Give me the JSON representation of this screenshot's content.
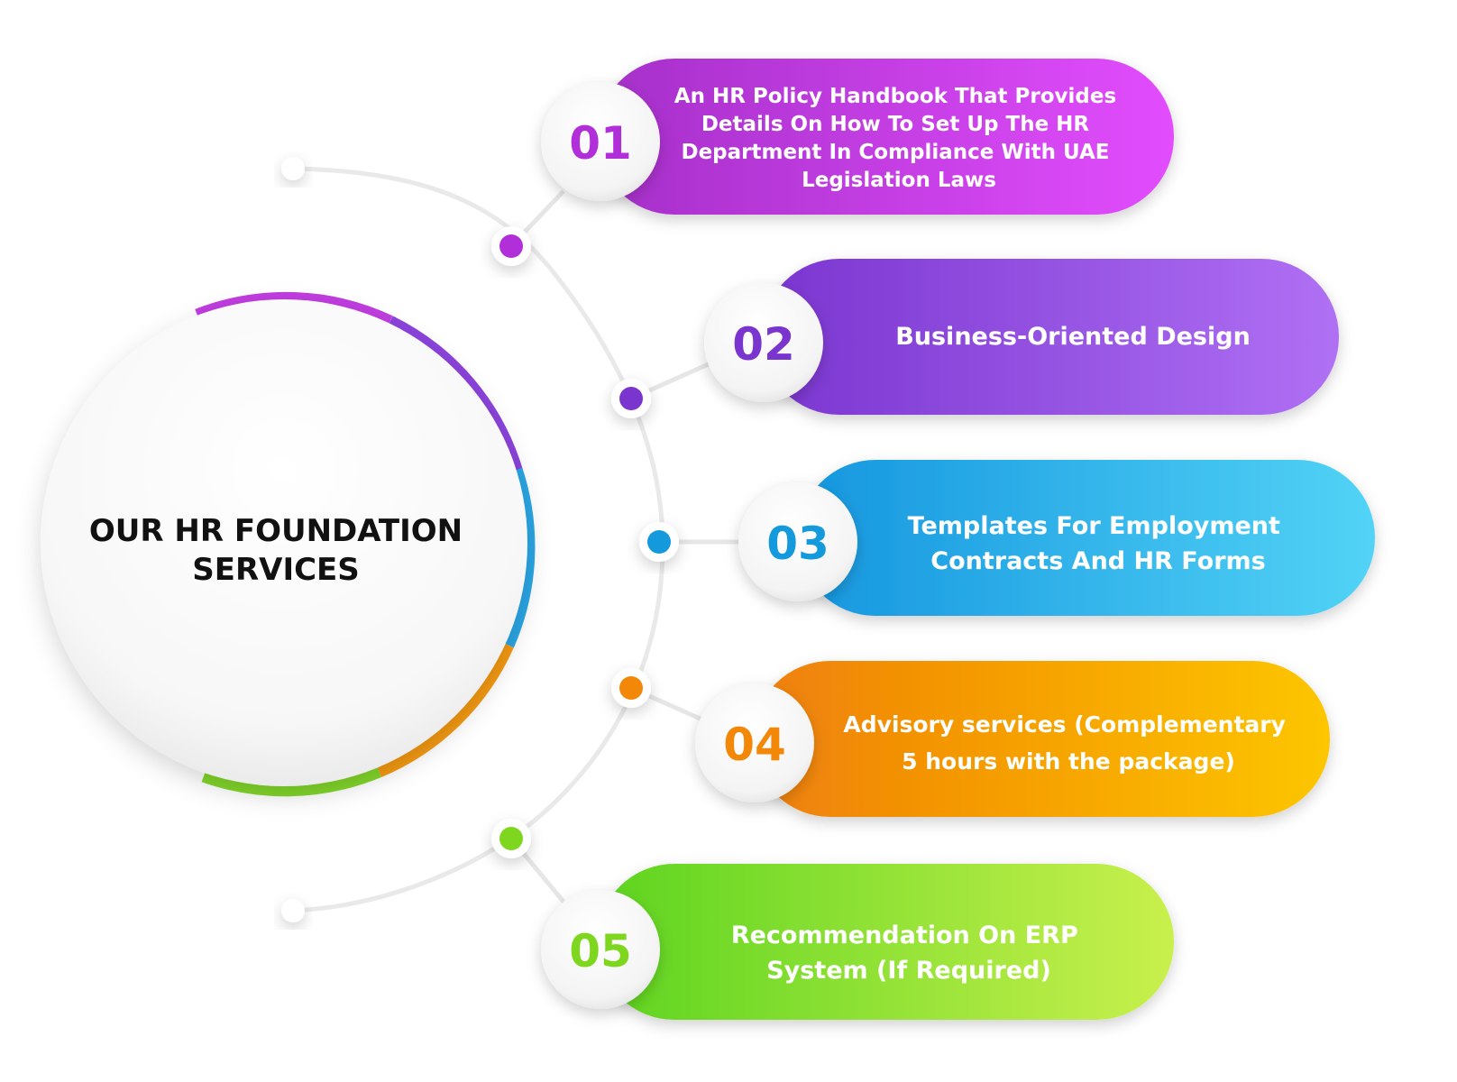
{
  "title": {
    "line1": "OUR HR FOUNDATION",
    "line2": "SERVICES"
  },
  "items": [
    {
      "number": "01",
      "lines": [
        "An HR Policy Handbook That Provides",
        "Details On How To Set Up The HR",
        "Department In Compliance With UAE",
        "Legislation Laws"
      ],
      "color": "#b12fd8",
      "gradient": [
        "#a52fc9",
        "#e24dfd"
      ]
    },
    {
      "number": "02",
      "lines": [
        "Business-Oriented Design"
      ],
      "color": "#7b35cf",
      "gradient": [
        "#7a35d0",
        "#b070f4"
      ]
    },
    {
      "number": "03",
      "lines": [
        "Templates For Employment",
        "Contracts And HR Forms"
      ],
      "color": "#1499dc",
      "gradient": [
        "#1596df",
        "#52d3f6"
      ]
    },
    {
      "number": "04",
      "lines": [
        "Advisory services (Complementary",
        "5 hours with the package)"
      ],
      "color": "#f28708",
      "gradient": [
        "#ef7f08",
        "#fdc600"
      ]
    },
    {
      "number": "05",
      "lines": [
        "Recommendation On ERP",
        "System (If Required)"
      ],
      "color": "#7fd61e",
      "gradient": [
        "#5dd420",
        "#c9f04d"
      ]
    }
  ],
  "ring_colors": [
    "#c13de0",
    "#8c43dc",
    "#2aa6e5",
    "#f59a12",
    "#82d72a"
  ]
}
